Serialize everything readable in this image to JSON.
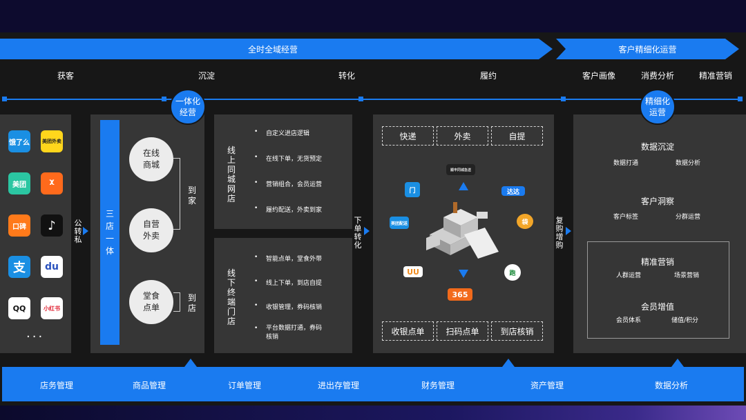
{
  "header": {
    "arrow_left": "全时全域经营",
    "arrow_right": "客户精细化运营"
  },
  "stages": [
    "获客",
    "沉淀",
    "转化",
    "履约",
    "客户画像",
    "消费分析",
    "精准营销"
  ],
  "bubbles": {
    "integration": [
      "一体化",
      "经营"
    ],
    "refined": [
      "精细化",
      "运营"
    ]
  },
  "apps": [
    {
      "label": "饿了么",
      "bg": "#1a8fe3",
      "fg": "#ffffff"
    },
    {
      "label": "美团外卖",
      "bg": "#ffd61c",
      "fg": "#222222"
    },
    {
      "label": "美团",
      "bg": "#2bc6a2",
      "fg": "#ffffff"
    },
    {
      "label": "ᵡ",
      "bg": "#ff6a1c",
      "fg": "#ffffff"
    },
    {
      "label": "口碑",
      "bg": "#ff7a1a",
      "fg": "#ffffff"
    },
    {
      "label": "♪",
      "bg": "#111111",
      "fg": "#ffffff"
    },
    {
      "label": "支",
      "bg": "#1a8fe3",
      "fg": "#ffffff"
    },
    {
      "label": "du",
      "bg": "#ffffff",
      "fg": "#2a52be"
    },
    {
      "label": "QQ",
      "bg": "#ffffff",
      "fg": "#111111"
    },
    {
      "label": "小红书",
      "bg": "#ffffff",
      "fg": "#e02030"
    }
  ],
  "apps_more": "···",
  "flow_labels": {
    "public_to_private": "公转私",
    "order_convert": "下单转化",
    "repurchase": "复购增购"
  },
  "stores": {
    "bar": "三店一体",
    "online_mall": [
      "在线",
      "商城"
    ],
    "self_delivery": [
      "自营",
      "外卖"
    ],
    "dine_in": [
      "堂食",
      "点单"
    ],
    "to_home": "到家",
    "to_store": "到店"
  },
  "online": {
    "title": "线上同城网店",
    "items": [
      "自定义进店逻辑",
      "在线下单，无货预定",
      "营销组合，会员运营",
      "履约配送，外卖到家"
    ]
  },
  "offline": {
    "title": "线下终端门店",
    "items": [
      "智能点单，堂食外带",
      "线上下单，到店自提",
      "收银管理，券码核销",
      "平台数据打通，券码核销"
    ]
  },
  "fulfillment": {
    "top": [
      "快递",
      "外卖",
      "自提"
    ],
    "bottom": [
      "收银点单",
      "扫码点单",
      "到店核销"
    ],
    "logo_top": "顺丰同城急送",
    "logo_dada": "达达",
    "logo_365": "365",
    "logo_uu": "UU",
    "logo_meituan": "美团配送"
  },
  "data_panel": {
    "sec1": {
      "title": "数据沉淀",
      "items": [
        "数据打通",
        "数据分析"
      ]
    },
    "sec2": {
      "title": "客户洞察",
      "items": [
        "客户标签",
        "分群运营"
      ]
    },
    "sec3": {
      "title": "精准营销",
      "items": [
        "人群运营",
        "场景营销"
      ]
    },
    "sec4": {
      "title": "会员增值",
      "items": [
        "会员体系",
        "储值/积分"
      ]
    }
  },
  "bottom_bar": [
    "店务管理",
    "商品管理",
    "订单管理",
    "进出存管理",
    "财务管理",
    "资产管理",
    "数据分析"
  ],
  "colors": {
    "accent": "#1a7bf0",
    "panel": "#363636",
    "bg": "#171717"
  }
}
